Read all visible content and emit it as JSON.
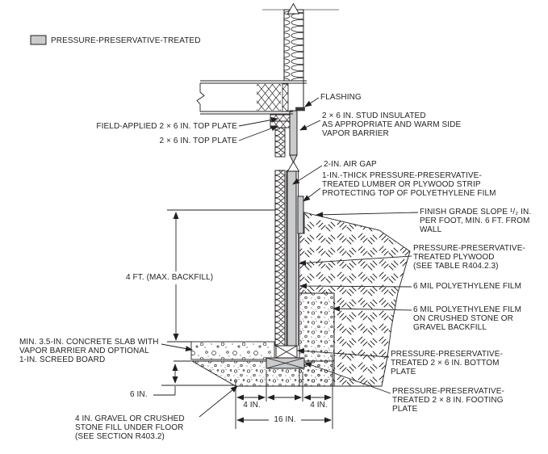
{
  "figure": {
    "type": "construction-section-detail",
    "subject": "Pressure-preservative-treated wood foundation wall section"
  },
  "legend": {
    "swatch_label": "PRESSURE-PRESERVATIVE-TREATED",
    "swatch_fill": "#c9cbcd"
  },
  "labels": {
    "field_applied_top_plate": "FIELD-APPLIED 2 × 6 IN. TOP PLATE",
    "top_plate": "2 × 6 IN. TOP PLATE",
    "flashing": "FLASHING",
    "stud": "2 × 6 IN. STUD INSULATED\nAS APPROPRIATE AND WARM SIDE\nVAPOR BARRIER",
    "air_gap": "2-IN. AIR GAP",
    "protective_strip": "1-IN.-THICK PRESSURE-PRESERVATIVE-\nTREATED LUMBER OR PLYWOOD STRIP\nPROTECTING TOP OF POLYETHYLENE FILM",
    "finish_grade": "FINISH GRADE SLOPE ¹/₂ IN.\nPER FOOT, MIN. 6 FT. FROM\nWALL",
    "treated_plywood": "PRESSURE-PRESERVATIVE-\nTREATED PLYWOOD\n(SEE TABLE R404.2.3)",
    "poly_film": "6 MIL POLYETHYLENE FILM",
    "poly_film_backfill": "6 MIL POLYETHYLENE FILM\nON CRUSHED STONE OR\nGRAVEL BACKFILL",
    "bottom_plate": "PRESSURE-PRESERVATIVE-\nTREATED 2 × 6 IN. BOTTOM\nPLATE",
    "footing_plate": "PRESSURE-PRESERVATIVE-\nTREATED 2 × 8 IN. FOOTING\nPLATE",
    "max_backfill": "4 FT. (MAX. BACKFILL)",
    "concrete_slab": "MIN. 3.5-IN. CONCRETE SLAB WITH\nVAPOR BARRIER AND OPTIONAL\n1-IN. SCREED BOARD",
    "gravel_fill": "4 IN. GRAVEL OR CRUSHED\nSTONE FILL UNDER FLOOR\n(SEE SECTION R403.2)"
  },
  "dimensions": {
    "dim_6in": "6 IN.",
    "dim_4in_left": "4 IN.",
    "dim_4in_right": "4 IN.",
    "dim_16in": "16 IN."
  },
  "colors": {
    "line": "#231f20",
    "text": "#231f20",
    "treated_fill": "#c9cbcd",
    "background": "#ffffff"
  }
}
